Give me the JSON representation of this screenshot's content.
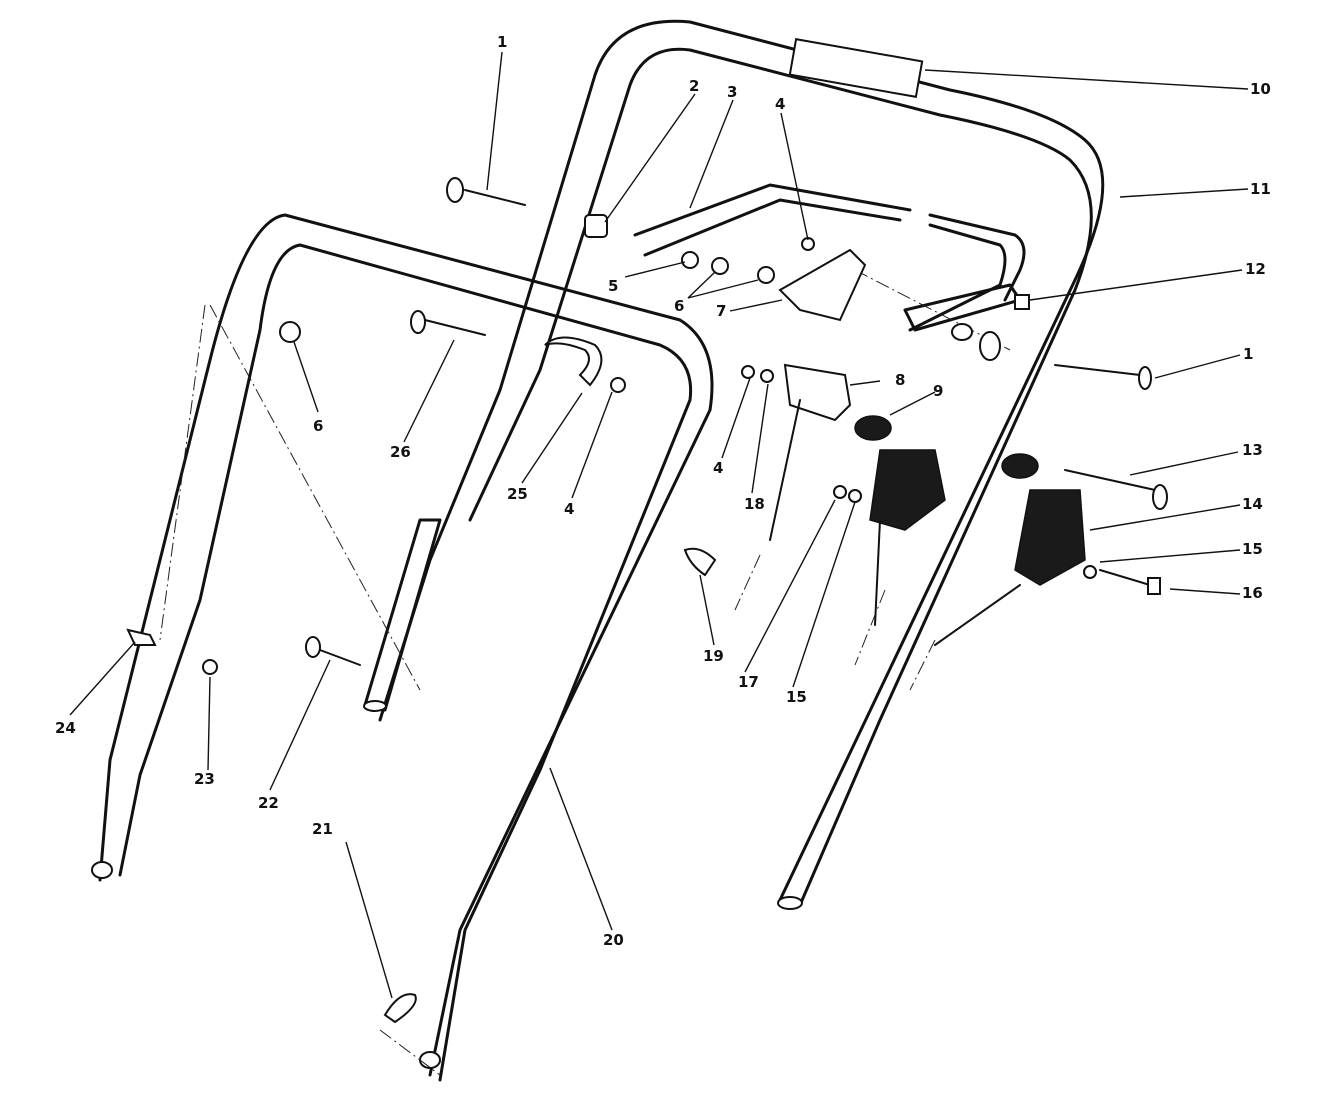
{
  "labels": {
    "p1a": "1",
    "p1b": "1",
    "p2": "2",
    "p3": "3",
    "p4a": "4",
    "p4b": "4",
    "p4c": "4",
    "p5": "5",
    "p6a": "6",
    "p6b": "6",
    "p7": "7",
    "p8": "8",
    "p9": "9",
    "p10": "10",
    "p11": "11",
    "p12": "12",
    "p13": "13",
    "p14": "14",
    "p15a": "15",
    "p15b": "15",
    "p16": "16",
    "p17": "17",
    "p18": "18",
    "p19": "19",
    "p20": "20",
    "p21": "21",
    "p22": "22",
    "p23": "23",
    "p24": "24",
    "p25": "25",
    "p26": "26"
  }
}
